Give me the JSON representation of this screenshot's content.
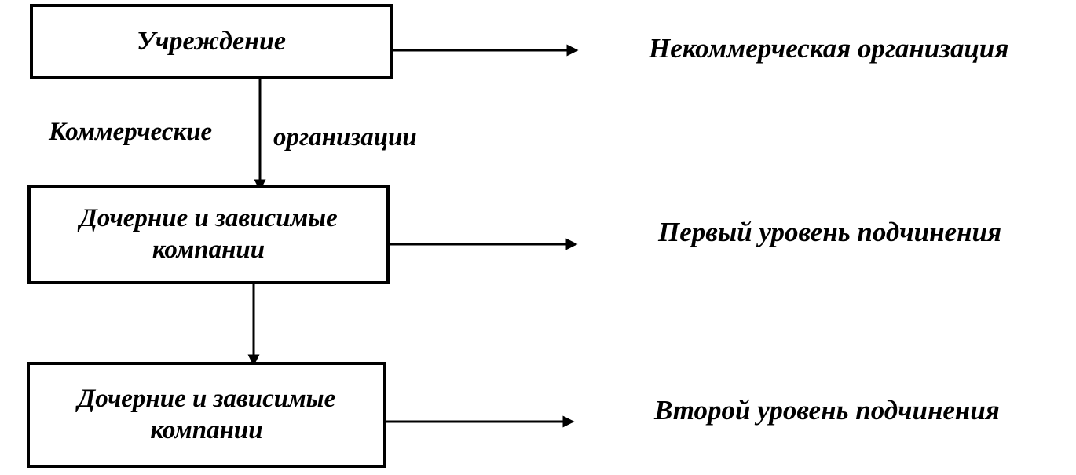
{
  "boxes": {
    "institution": "Учреждение",
    "level1_line1": "Дочерние и зависимые",
    "level1_line2": "компании",
    "level2_line1": "Дочерние и зависимые",
    "level2_line2": "компании"
  },
  "vertical_label": {
    "left": "Коммерческие",
    "right": "организации"
  },
  "right_labels": {
    "nonprofit": "Некоммерческая организация",
    "first_level": "Первый уровень подчинения",
    "second_level": "Второй уровень подчинения"
  }
}
